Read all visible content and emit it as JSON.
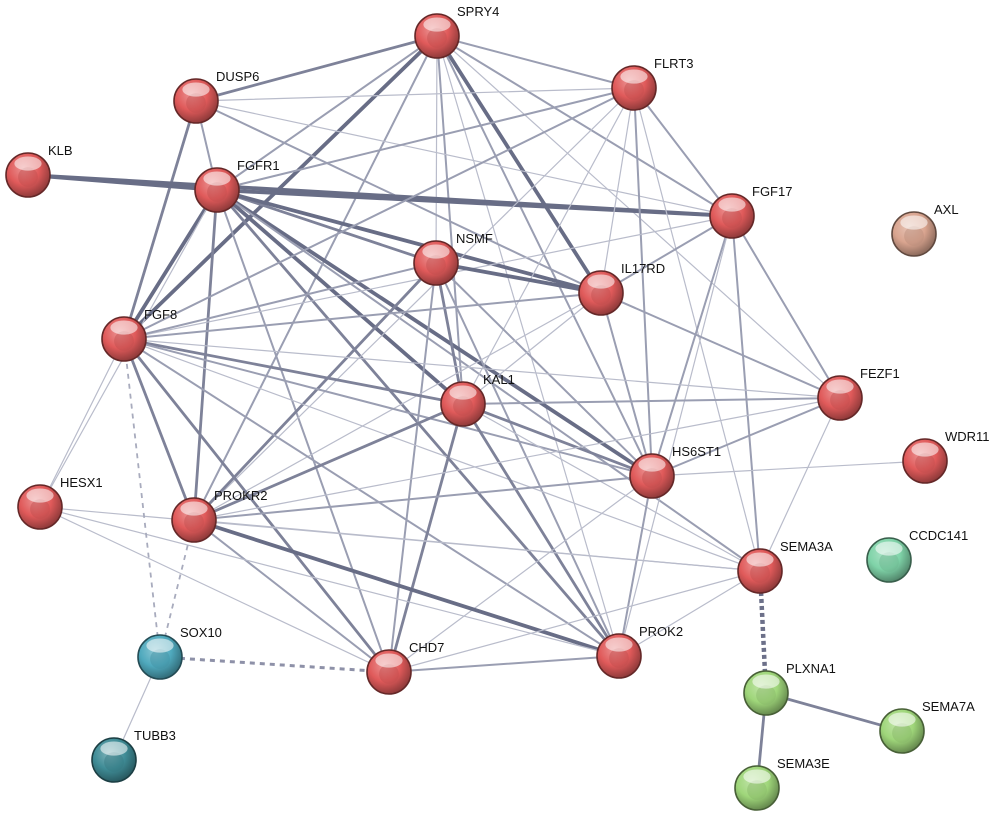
{
  "nodes": [
    {
      "id": "SPRY4",
      "label": "SPRY4",
      "color": "#e05a5a"
    },
    {
      "id": "DUSP6",
      "label": "DUSP6",
      "color": "#e05a5a"
    },
    {
      "id": "FLRT3",
      "label": "FLRT3",
      "color": "#e05a5a"
    },
    {
      "id": "KLB",
      "label": "KLB",
      "color": "#e05a5a"
    },
    {
      "id": "FGFR1",
      "label": "FGFR1",
      "color": "#e05a5a"
    },
    {
      "id": "FGF17",
      "label": "FGF17",
      "color": "#e05a5a"
    },
    {
      "id": "AXL",
      "label": "AXL",
      "color": "#d9a48f"
    },
    {
      "id": "NSMF",
      "label": "NSMF",
      "color": "#e05a5a"
    },
    {
      "id": "IL17RD",
      "label": "IL17RD",
      "color": "#e05a5a"
    },
    {
      "id": "FGF8",
      "label": "FGF8",
      "color": "#e05a5a"
    },
    {
      "id": "FEZF1",
      "label": "FEZF1",
      "color": "#e05a5a"
    },
    {
      "id": "KAL1",
      "label": "KAL1",
      "color": "#e05a5a"
    },
    {
      "id": "WDR11",
      "label": "WDR11",
      "color": "#e05a5a"
    },
    {
      "id": "HS6ST1",
      "label": "HS6ST1",
      "color": "#e05a5a"
    },
    {
      "id": "HESX1",
      "label": "HESX1",
      "color": "#e05a5a"
    },
    {
      "id": "PROKR2",
      "label": "PROKR2",
      "color": "#e05a5a"
    },
    {
      "id": "SEMA3A",
      "label": "SEMA3A",
      "color": "#e05a5a"
    },
    {
      "id": "CCDC141",
      "label": "CCDC141",
      "color": "#7fd3a8"
    },
    {
      "id": "SOX10",
      "label": "SOX10",
      "color": "#4fa9bd"
    },
    {
      "id": "CHD7",
      "label": "CHD7",
      "color": "#e05a5a"
    },
    {
      "id": "PROK2",
      "label": "PROK2",
      "color": "#e05a5a"
    },
    {
      "id": "PLXNA1",
      "label": "PLXNA1",
      "color": "#9fd67a"
    },
    {
      "id": "SEMA7A",
      "label": "SEMA7A",
      "color": "#9fd67a"
    },
    {
      "id": "TUBB3",
      "label": "TUBB3",
      "color": "#3f8c96"
    },
    {
      "id": "SEMA3E",
      "label": "SEMA3E",
      "color": "#9fd67a"
    }
  ],
  "edges": [
    [
      "SPRY4",
      "DUSP6",
      3
    ],
    [
      "SPRY4",
      "FLRT3",
      2
    ],
    [
      "SPRY4",
      "FGFR1",
      2
    ],
    [
      "SPRY4",
      "FGF8",
      4
    ],
    [
      "SPRY4",
      "IL17RD",
      4
    ],
    [
      "SPRY4",
      "NSMF",
      1
    ],
    [
      "SPRY4",
      "KAL1",
      2
    ],
    [
      "SPRY4",
      "HS6ST1",
      2
    ],
    [
      "SPRY4",
      "FGF17",
      2
    ],
    [
      "SPRY4",
      "PROKR2",
      2
    ],
    [
      "SPRY4",
      "FEZF1",
      1
    ],
    [
      "SPRY4",
      "PROK2",
      1
    ],
    [
      "DUSP6",
      "FLRT3",
      1
    ],
    [
      "DUSP6",
      "FGFR1",
      2
    ],
    [
      "DUSP6",
      "FGF8",
      3
    ],
    [
      "DUSP6",
      "IL17RD",
      2
    ],
    [
      "DUSP6",
      "FGF17",
      1
    ],
    [
      "KLB",
      "FGF17",
      4
    ],
    [
      "KLB",
      "FGFR1",
      4
    ],
    [
      "FGFR1",
      "FGF17",
      4
    ],
    [
      "FGFR1",
      "FGF8",
      4
    ],
    [
      "FGFR1",
      "NSMF",
      3
    ],
    [
      "FGFR1",
      "IL17RD",
      4
    ],
    [
      "FGFR1",
      "KAL1",
      4
    ],
    [
      "FGFR1",
      "HS6ST1",
      4
    ],
    [
      "FGFR1",
      "PROKR2",
      3
    ],
    [
      "FGFR1",
      "CHD7",
      2
    ],
    [
      "FGFR1",
      "PROK2",
      3
    ],
    [
      "FGFR1",
      "FLRT3",
      2
    ],
    [
      "FGFR1",
      "HESX1",
      1
    ],
    [
      "FGFR1",
      "SEMA3A",
      2
    ],
    [
      "FLRT3",
      "FGF8",
      2
    ],
    [
      "FLRT3",
      "FGF17",
      2
    ],
    [
      "FLRT3",
      "IL17RD",
      1
    ],
    [
      "FLRT3",
      "HS6ST1",
      2
    ],
    [
      "FLRT3",
      "KAL1",
      1
    ],
    [
      "FLRT3",
      "PROKR2",
      1
    ],
    [
      "FLRT3",
      "SEMA3A",
      1
    ],
    [
      "FGF17",
      "IL17RD",
      2
    ],
    [
      "FGF17",
      "FGF8",
      1
    ],
    [
      "FGF17",
      "HS6ST1",
      2
    ],
    [
      "FGF17",
      "FEZF1",
      2
    ],
    [
      "FGF17",
      "SEMA3A",
      2
    ],
    [
      "FGF17",
      "PROK2",
      1
    ],
    [
      "NSMF",
      "IL17RD",
      4
    ],
    [
      "NSMF",
      "KAL1",
      3
    ],
    [
      "NSMF",
      "FGF8",
      2
    ],
    [
      "NSMF",
      "PROKR2",
      3
    ],
    [
      "NSMF",
      "CHD7",
      2
    ],
    [
      "NSMF",
      "HS6ST1",
      2
    ],
    [
      "NSMF",
      "PROK2",
      2
    ],
    [
      "IL17RD",
      "HS6ST1",
      2
    ],
    [
      "IL17RD",
      "FGF8",
      2
    ],
    [
      "IL17RD",
      "KAL1",
      1
    ],
    [
      "IL17RD",
      "FEZF1",
      2
    ],
    [
      "IL17RD",
      "PROKR2",
      1
    ],
    [
      "FGF8",
      "KAL1",
      3
    ],
    [
      "FGF8",
      "HS6ST1",
      2
    ],
    [
      "FGF8",
      "PROKR2",
      3
    ],
    [
      "FGF8",
      "CHD7",
      3
    ],
    [
      "FGF8",
      "PROK2",
      2
    ],
    [
      "FGF8",
      "FEZF1",
      1
    ],
    [
      "FGF8",
      "HESX1",
      1
    ],
    [
      "FGF8",
      "SEMA3A",
      1
    ],
    [
      "KAL1",
      "HS6ST1",
      3
    ],
    [
      "KAL1",
      "PROKR2",
      3
    ],
    [
      "KAL1",
      "CHD7",
      3
    ],
    [
      "KAL1",
      "PROK2",
      3
    ],
    [
      "KAL1",
      "FEZF1",
      2
    ],
    [
      "KAL1",
      "SEMA3A",
      1
    ],
    [
      "HS6ST1",
      "PROKR2",
      2
    ],
    [
      "HS6ST1",
      "PROK2",
      2
    ],
    [
      "HS6ST1",
      "FEZF1",
      2
    ],
    [
      "HS6ST1",
      "CHD7",
      1
    ],
    [
      "HS6ST1",
      "WDR11",
      1
    ],
    [
      "PROKR2",
      "PROK2",
      4
    ],
    [
      "PROKR2",
      "CHD7",
      2
    ],
    [
      "PROKR2",
      "FEZF1",
      1
    ],
    [
      "PROKR2",
      "SEMA3A",
      1
    ],
    [
      "HESX1",
      "CHD7",
      1
    ],
    [
      "HESX1",
      "PROK2",
      1
    ],
    [
      "HESX1",
      "SEMA3A",
      1
    ],
    [
      "CHD7",
      "PROK2",
      2
    ],
    [
      "CHD7",
      "SEMA3A",
      1
    ],
    [
      "PROK2",
      "SEMA3A",
      1
    ],
    [
      "FEZF1",
      "SEMA3A",
      1
    ],
    [
      "SEMA3A",
      "PLXNA1",
      "dash-thick"
    ],
    [
      "PLXNA1",
      "SEMA7A",
      3
    ],
    [
      "PLXNA1",
      "SEMA3E",
      3
    ],
    [
      "SOX10",
      "CHD7",
      "dash"
    ],
    [
      "SOX10",
      "FGF8",
      "dash-thin"
    ],
    [
      "SOX10",
      "PROKR2",
      "dash-thin"
    ],
    [
      "SOX10",
      "TUBB3",
      1
    ]
  ]
}
